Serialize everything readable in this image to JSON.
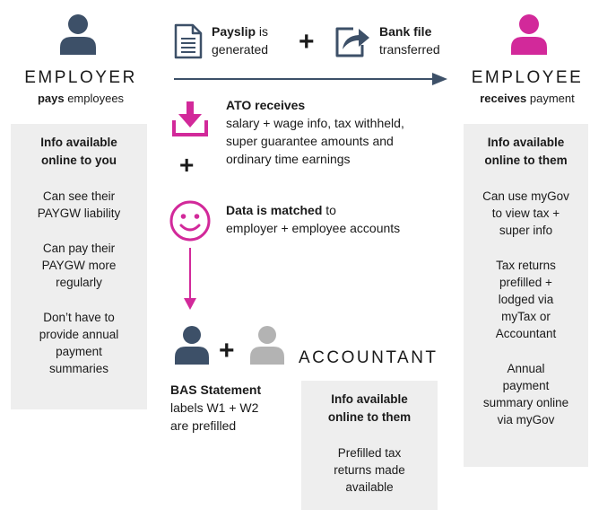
{
  "colors": {
    "dark_navy": "#3d5068",
    "magenta": "#d2299a",
    "grey": "#b3b3b3",
    "card_bg": "#eeeeee",
    "arrow": "#3d5068"
  },
  "employer": {
    "title": "EMPLOYER",
    "sub_bold": "pays",
    "sub_rest": " employees",
    "card": {
      "heading": [
        "Info available",
        "online to you"
      ],
      "items": [
        [
          "Can see their",
          "PAYGW liability"
        ],
        [
          "Can pay their",
          "PAYGW more",
          "regularly"
        ],
        [
          "Don’t have to",
          "provide annual",
          "payment",
          "summaries"
        ]
      ]
    }
  },
  "employee": {
    "title": "EMPLOYEE",
    "sub_bold": "receives",
    "sub_rest": " payment",
    "card": {
      "heading": [
        "Info available",
        "online to them"
      ],
      "items": [
        [
          "Can use myGov",
          "to view tax +",
          "super info"
        ],
        [
          "Tax returns",
          "prefilled +",
          "lodged via",
          "myTax or",
          "Accountant"
        ],
        [
          "Annual",
          "payment",
          "summary online",
          "via myGov"
        ]
      ]
    }
  },
  "flow": {
    "payslip_bold": "Payslip",
    "payslip_rest1": " is",
    "payslip_rest2": "generated",
    "plus": "+",
    "bank_bold": "Bank file",
    "bank_rest": "transferred",
    "ato_bold": "ATO receives",
    "ato_lines": [
      "salary + wage info, tax withheld,",
      "super guarantee amounts and",
      "ordinary time earnings"
    ],
    "match_bold": "Data is matched",
    "match_rest1": " to",
    "match_rest2": "employer + employee accounts"
  },
  "accountant": {
    "title": "ACCOUNTANT",
    "bas_bold": "BAS Statement",
    "bas_lines": [
      "labels W1 + W2",
      "are prefilled"
    ],
    "card": {
      "heading": [
        "Info available",
        "online to them"
      ],
      "items": [
        [
          "Prefilled tax",
          "returns made",
          "available"
        ]
      ]
    }
  },
  "icons": {
    "employer": "person-icon",
    "employee": "person-icon",
    "payslip": "document-icon",
    "bank_file": "share-arrow-icon",
    "ato": "download-tray-icon",
    "match": "smiley-icon",
    "bas_person": "person-icon",
    "accountant_person": "person-icon"
  }
}
